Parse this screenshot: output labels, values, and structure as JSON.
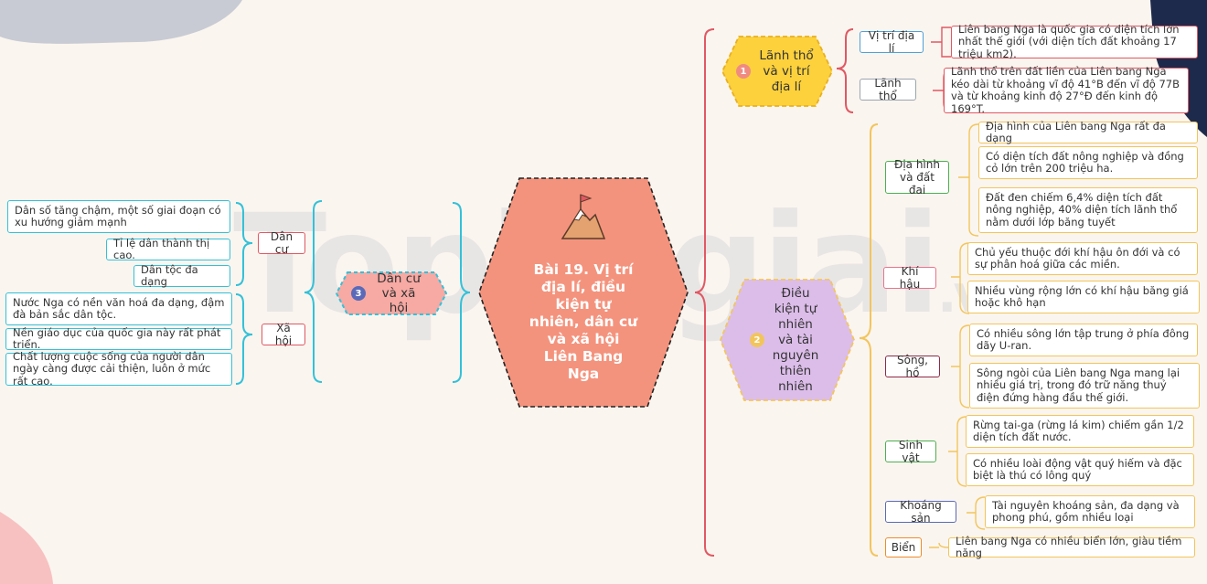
{
  "central": {
    "title": "Bài 19. Vị trí địa lí, điều kiện tự nhiên, dân cư và xã hội Liên Bang Nga"
  },
  "watermark": {
    "text": "Toploigiai",
    "suffix": ".vn"
  },
  "colors": {
    "background": "#fbf5ef",
    "central_fill": "#f4937d",
    "branch1_fill": "#fcd13c",
    "branch2_fill": "#dcbde9",
    "branch3_fill": "#f7a9a3"
  },
  "branch1": {
    "number": "1",
    "label": "Lãnh thổ và vị trí địa lí",
    "children": [
      {
        "label": "Vị trí địa lí",
        "leaves": [
          "Liên bang Nga là quốc gia có diện tích lớn nhất thế giới (với diện tích đất khoảng 17 triệu km2)."
        ]
      },
      {
        "label": "Lãnh thổ",
        "leaves": [
          "Lãnh thổ trên đất liền của Liên bang Nga kéo dài từ khoảng vĩ độ 41°B đến vĩ độ 77B và từ khoảng kinh độ 27°Đ đến kinh độ 169°T."
        ]
      }
    ]
  },
  "branch2": {
    "number": "2",
    "label": "Điều kiện tự nhiên và tài nguyên thiên nhiên",
    "children": [
      {
        "label": "Địa hình và đất đai",
        "leaves": [
          "Địa hình của Liên bang Nga rất đa dạng",
          "Có diện tích đất nông nghiệp và đồng cỏ lớn trên 200 triệu ha.",
          "Đất đen chiếm 6,4% diện tích đất nông nghiệp, 40% diện tích lãnh thổ nằm dưới lớp băng tuyết"
        ]
      },
      {
        "label": "Khí hậu",
        "leaves": [
          "Chủ yếu thuộc đới khí hậu ôn đới và có sự phân hoá giữa các miền.",
          "Nhiều vùng rộng lớn có khí hậu băng giá hoặc khô hạn"
        ]
      },
      {
        "label": "Sông, hồ",
        "leaves": [
          "Có nhiều sông lớn tập trung ở phía đông dãy U-ran.",
          "Sông ngòi của Liên bang Nga mang lại nhiều giá trị,  trong đó trữ năng thuỷ điện đứng hàng đầu thế giới."
        ]
      },
      {
        "label": "Sinh vật",
        "leaves": [
          "Rừng tai-ga (rừng lá kim) chiếm gần 1/2 diện tích đất nước.",
          "Có nhiều loài động vật quý hiếm và đặc biệt là thú có lông quý"
        ]
      },
      {
        "label": "Khoáng sản",
        "leaves": [
          "Tài nguyên khoáng sản, đa dạng và phong phú, gồm nhiều loại"
        ]
      },
      {
        "label": "Biển",
        "leaves": [
          "Liên bang Nga có nhiều biển lớn, giàu tiềm năng"
        ]
      }
    ]
  },
  "branch3": {
    "number": "3",
    "label": "Dân cư và xã hội",
    "children": [
      {
        "label": "Dân cư",
        "leaves": [
          "Dân số tăng chậm, một số giai đoạn có xu hướng giảm mạnh",
          "Tỉ lệ dân thành thị cao.",
          "Dân tộc đa dạng"
        ]
      },
      {
        "label": "Xã hội",
        "leaves": [
          " Nước Nga có nền văn hoá đa dạng, đậm đà bản sắc dân tộc.",
          "Nền giáo dục của quốc gia này rất phát triển.",
          "Chất lượng cuộc sống của người dân ngày càng được cải thiện, luôn ở mức rất cao."
        ]
      }
    ]
  }
}
